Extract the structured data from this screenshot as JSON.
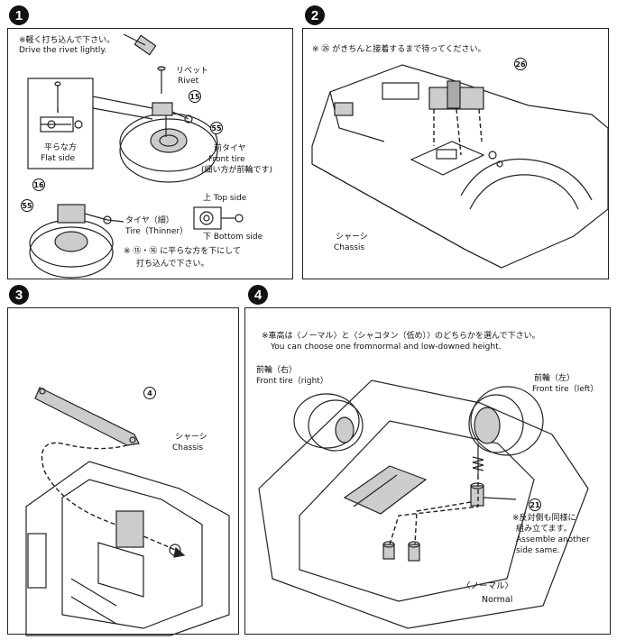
{
  "steps": [
    {
      "number": "1",
      "note_jp": "※軽く打ち込んで下さい。",
      "note_en": "Drive the rivet lightly.",
      "rivet_jp": "リベット",
      "rivet_en": "Rivet",
      "part15": "15",
      "part55a": "55",
      "front_tire_jp": "前タイヤ",
      "front_tire_en": "Front tire",
      "front_tire_note": "(細い方が前輪です)",
      "flat_jp": "平らな方",
      "flat_en": "Flat side",
      "part16": "16",
      "part55b": "55",
      "tire_jp": "タイヤ（細）",
      "tire_en": "Tire（Thinner）",
      "top_side": "上 Top side",
      "bottom_side": "下 Bottom side",
      "bottom_note_1": "※ ⑮・⑯ に平らな方を下にして",
      "bottom_note_2": "打ち込んで下さい。"
    },
    {
      "number": "2",
      "note_jp": "※ ㉖ がきちんと接着するまで待ってください。",
      "part26": "26",
      "chassis_jp": "シャーシ",
      "chassis_en": "Chassis"
    },
    {
      "number": "3",
      "part4": "4",
      "chassis_jp": "シャーシ",
      "chassis_en": "Chassis"
    },
    {
      "number": "4",
      "note_jp": "※車高は〈ノーマル〉と〈シャコタン（低め）〉のどちらかを選んで下さい。",
      "note_en": "You can choose one fromnormal and low-downed height.",
      "front_right_jp": "前輪（右）",
      "front_right_en": "Front tire（right）",
      "front_left_jp": "前輪（左）",
      "front_left_en": "Front tire（left）",
      "part21": "21",
      "assemble_jp_1": "※反対側も同様に",
      "assemble_jp_2": "組み立てます。",
      "assemble_en_1": "Assemble another",
      "assemble_en_2": "side same.",
      "normal_jp": "〈ノーマル〉",
      "normal_en": "Normal"
    }
  ]
}
